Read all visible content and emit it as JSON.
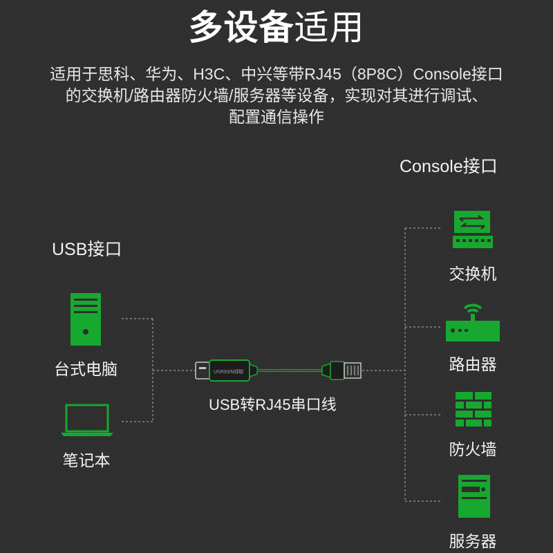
{
  "title": {
    "strong": "多设备",
    "normal": "适用"
  },
  "description": [
    "适用于思科、华为、H3C、中兴等带RJ45（8P8C）Console接口",
    "的交换机/路由器防火墙/服务器等设备，实现对其进行调试、",
    "配置通信操作"
  ],
  "left": {
    "heading": "USB接口",
    "devices": [
      {
        "label": "台式电脑",
        "icon": "desktop-tower-icon"
      },
      {
        "label": "笔记本",
        "icon": "laptop-icon"
      }
    ]
  },
  "cable": {
    "label": "USB转RJ45串口线",
    "brand": "UGREEN绿联"
  },
  "right": {
    "heading": "Console接口",
    "devices": [
      {
        "label": "交换机",
        "icon": "switch-icon"
      },
      {
        "label": "路由器",
        "icon": "router-icon"
      },
      {
        "label": "防火墙",
        "icon": "firewall-icon"
      },
      {
        "label": "服务器",
        "icon": "server-icon"
      }
    ]
  },
  "colors": {
    "accent": "#17a82f",
    "background": "#2e2e2e",
    "line": "#9a9a9a"
  }
}
